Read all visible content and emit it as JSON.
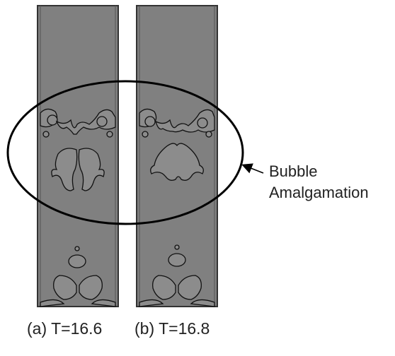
{
  "panels": [
    {
      "id": "a",
      "caption": "(a) T=16.6"
    },
    {
      "id": "b",
      "caption": "(b) T=16.8"
    }
  ],
  "annotation": {
    "line1": "Bubble",
    "line2": "Amalgamation"
  },
  "colors": {
    "column_fill": "#808080",
    "bubble_outline": "#111111",
    "ellipse_stroke": "#000000",
    "background": "#ffffff"
  }
}
